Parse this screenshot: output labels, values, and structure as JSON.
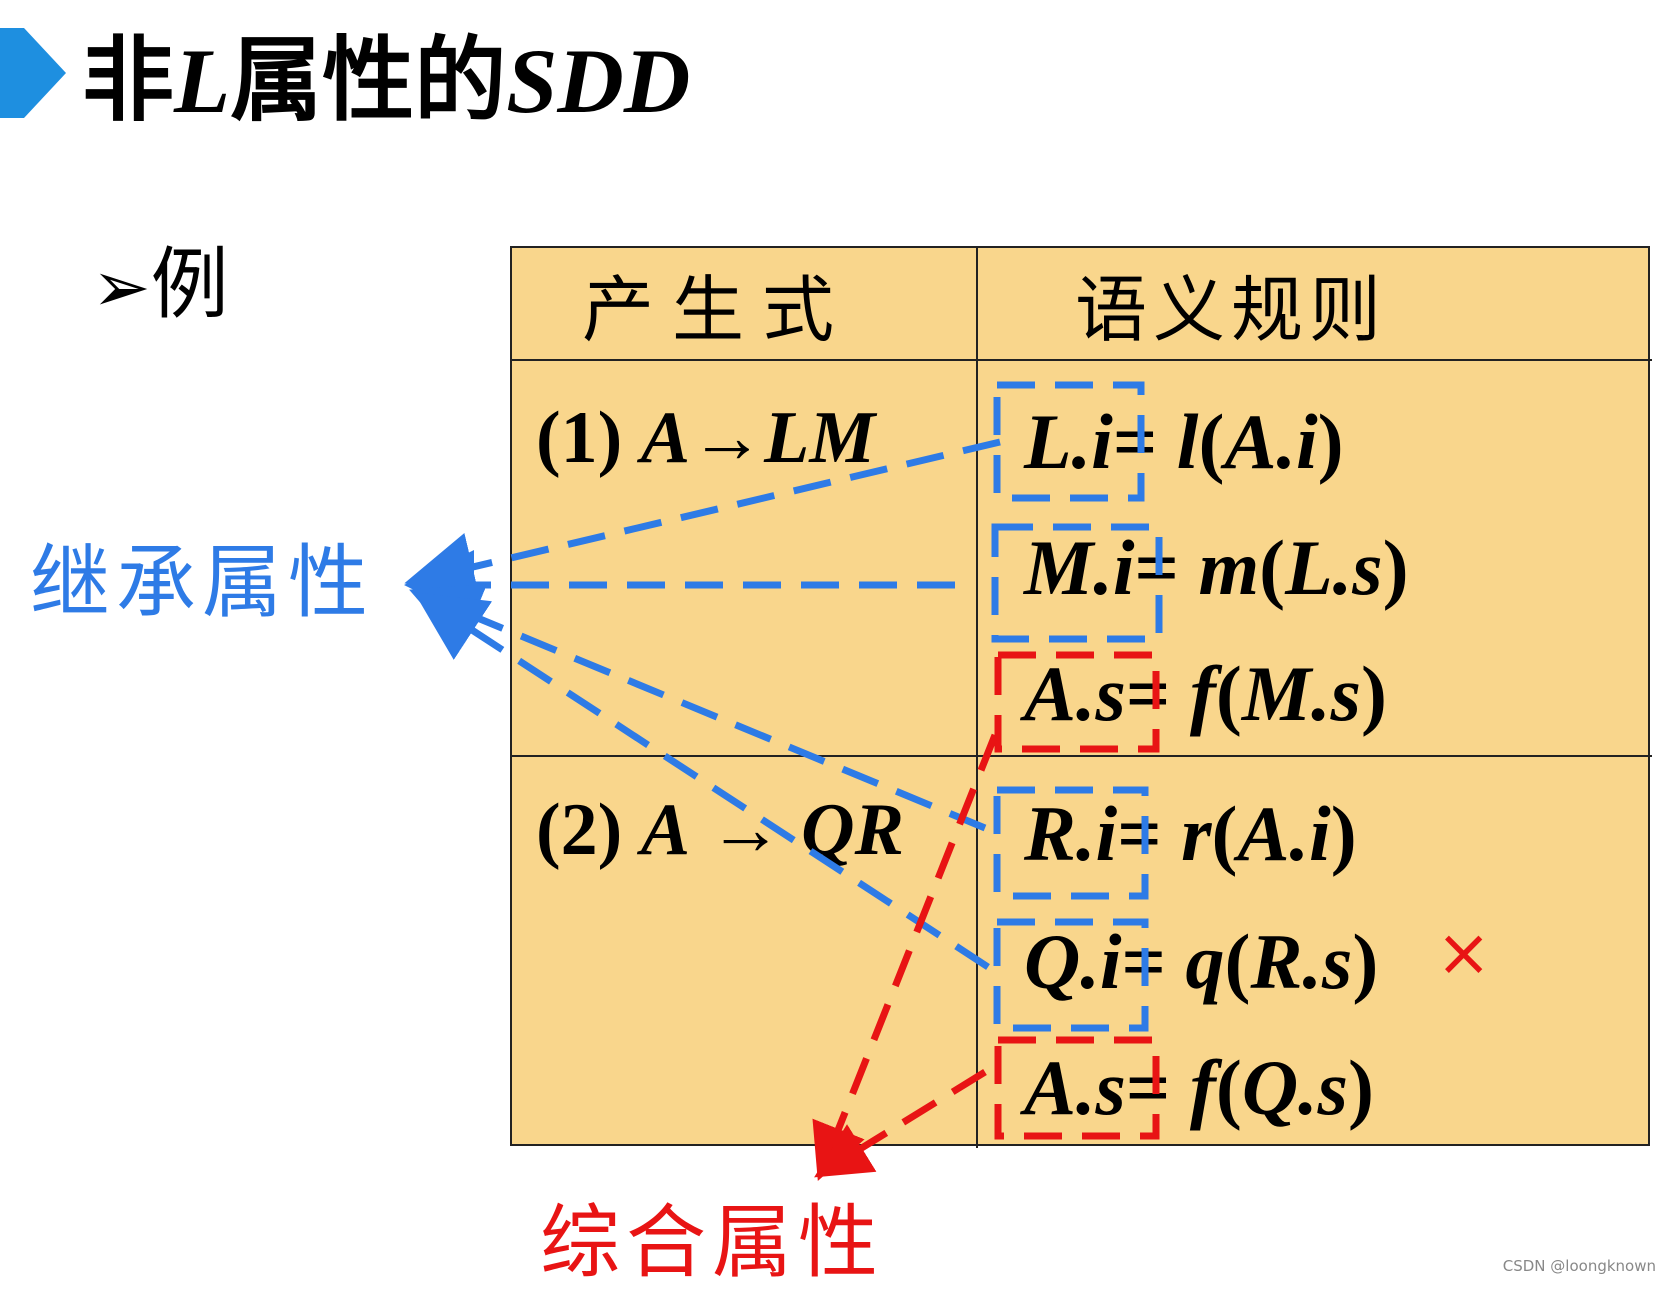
{
  "title": {
    "prefix": "非",
    "italic_L": "L",
    "middle": "属性的",
    "italic_sdd": "SDD"
  },
  "example_bullet": "➢",
  "example_label": "例",
  "table": {
    "headers": [
      "产生式",
      "语义规则"
    ],
    "productions": [
      {
        "num": "(1)",
        "lhs": "A",
        "arrow": "→",
        "rhs": "LM"
      },
      {
        "num": "(2)",
        "lhs": "A",
        "arrow": "→",
        "rhs": "QR"
      }
    ],
    "rules": [
      {
        "target": "L.i",
        "eq": "=",
        "func": "l",
        "open": "(",
        "arg": "A.i",
        "close": ")"
      },
      {
        "target": "M.i",
        "eq": "=",
        "func": "m",
        "open": "(",
        "arg": "L.s",
        "close": ")"
      },
      {
        "target": "A.s",
        "eq": "=",
        "func": "f",
        "open": "(",
        "arg": "M.s",
        "close": ")"
      },
      {
        "target": "R.i",
        "eq": "=",
        "func": "r",
        "open": "(",
        "arg": "A.i",
        "close": ")"
      },
      {
        "target": "Q.i",
        "eq": "=",
        "func": "q",
        "open": "(",
        "arg": "R.s",
        "close": ")"
      },
      {
        "target": "A.s",
        "eq": "=",
        "func": "f",
        "open": "(",
        "arg": "Q.s",
        "close": ")"
      }
    ]
  },
  "labels": {
    "inherited": "继承属性",
    "synthesized": "综合属性"
  },
  "invalid_mark": "×",
  "watermark": "CSDN @loongknown",
  "colors": {
    "inherited": "#2e7be6",
    "synthesized": "#e81414",
    "table_bg": "#f9d68c",
    "title_marker": "#1e8fe0"
  }
}
